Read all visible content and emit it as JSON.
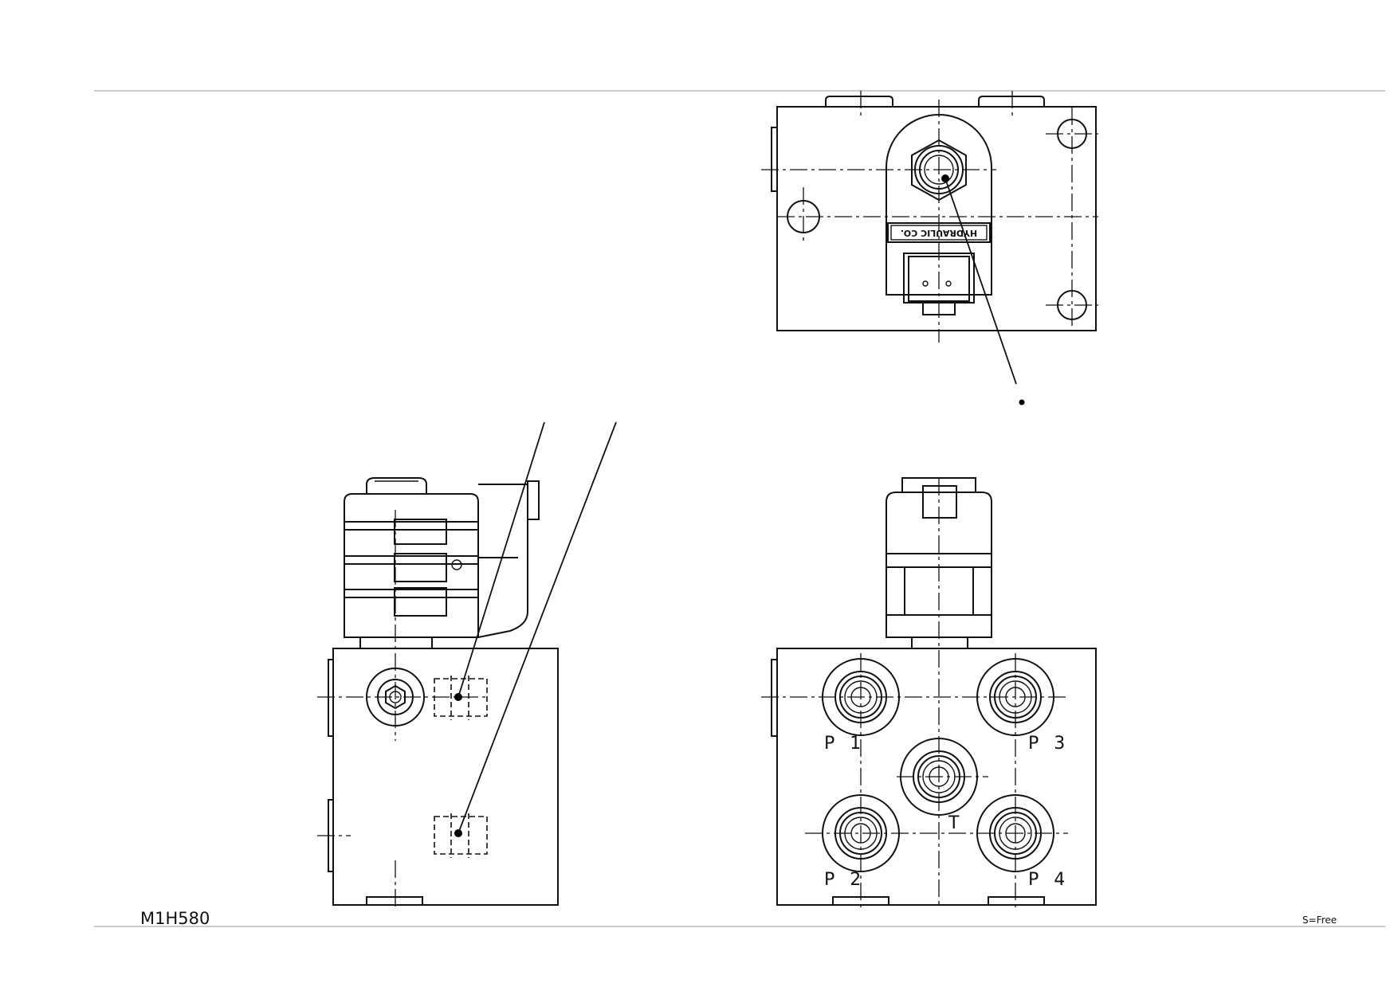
{
  "drawing": {
    "part_number": "M1H580",
    "scale_note": "S=Free",
    "nameplate_text": "HYDRAULIC CO.",
    "ports": [
      {
        "id": "P1",
        "label": "P 1"
      },
      {
        "id": "P2",
        "label": "P 2"
      },
      {
        "id": "P3",
        "label": "P 3"
      },
      {
        "id": "P4",
        "label": "P 4"
      },
      {
        "id": "T",
        "label": "T"
      }
    ]
  },
  "colors": {
    "line": "#111111",
    "frame": "#9a9a9a",
    "background": "#ffffff"
  }
}
